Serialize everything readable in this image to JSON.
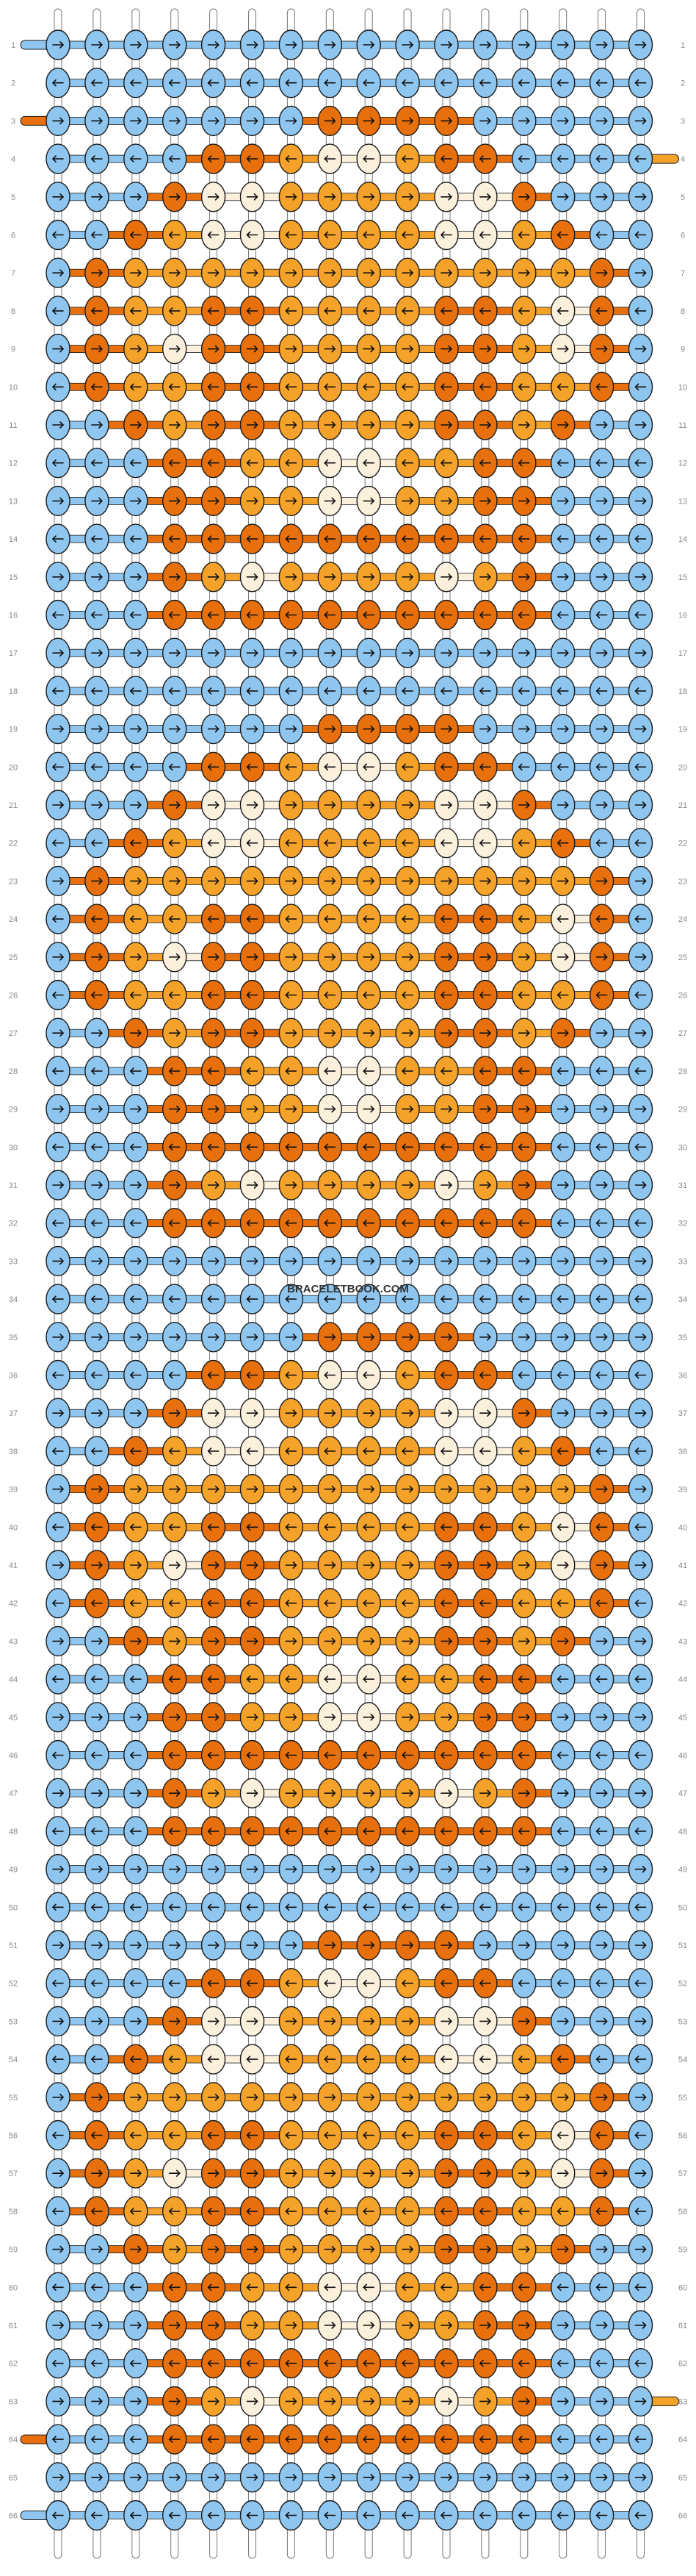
{
  "pattern": {
    "row_count": 66,
    "columns": 16,
    "watermark": "BRACELETBOOK.COM",
    "colors": {
      "A": "#8ec6f0",
      "B": "#e8700c",
      "C": "#f4a22a",
      "D": "#fbf0dc"
    },
    "outline": "#1a1a1a",
    "string_top": "#ffffff",
    "extra_strings": [
      {
        "row": 1,
        "side": "left",
        "color": "A"
      },
      {
        "row": 3,
        "side": "left",
        "color": "B"
      },
      {
        "row": 4,
        "side": "right",
        "color": "C"
      },
      {
        "row": 63,
        "side": "right",
        "color": "C"
      },
      {
        "row": 64,
        "side": "left",
        "color": "B"
      },
      {
        "row": 66,
        "side": "left",
        "color": "A"
      }
    ],
    "rows": [
      "A>A>A>A>A>A>A>A>A>A>A>A>A>A>A>A>",
      "A<A<A<A<A<A<A<A<A<A<A<A<A<A<A<A<",
      "A>A>A>A>A>A>A>B>B>B>B>A>A>A>A>A>",
      "A<A<A<A<B<B<C<D<D<C<B<B<A<A<A<A<",
      "A>A>A>B>D>D>C>C>C>C>D>D>B>A>A>A>",
      "A<A<B<C<D<D<C<C<C<C<D<D<C<B<A<A<",
      "A>B>C>C>C>C>C>C>C>C>C>C>C>C>B>A>",
      "A<B<C<C<B<B<C<C<C<C<B<B<C<D<B<A<",
      "A>B>C>D>B>B>C>C>C>C>B>B>C>D>B>A>",
      "A<B<C<C<B<B<C<C<C<C<B<B<C<C<B<A<",
      "A>A>B>C>B>B>C>C>C>C>B>B>C>B>A>A>",
      "A<A<A<B<B<C<C<D<D<C<C<B<B<A<A<A<",
      "A>A>A>B>B>C>C>D>D>C>C>B>B>A>A>A>",
      "A<A<A<B<B<B<B<B<B<B<B<B<B<A<A<A<",
      "A>A>A>B>C>D>C>C>C>C>D>C>B>A>A>A>",
      "A<A<A<B<B<B<B<B<B<B<B<B<B<A<A<A<",
      "A>A>A>A>A>A>A>A>A>A>A>A>A>A>A>A>",
      "A<A<A<A<A<A<A<A<A<A<A<A<A<A<A<A<",
      "A>A>A>A>A>A>A>B>B>B>B>A>A>A>A>A>",
      "A<A<A<A<B<B<C<D<D<C<B<B<A<A<A<A<",
      "A>A>A>B>D>D>C>C>C>C>D>D>B>A>A>A>",
      "A<A<B<C<D<D<C<C<C<C<D<D<C<B<A<A<",
      "A>B>C>C>C>C>C>C>C>C>C>C>C>C>B>A>",
      "A<B<C<C<B<B<C<C<C<C<B<B<C<D<B<A<",
      "A>B>C>D>B>B>C>C>C>C>B>B>C>D>B>A>",
      "A<B<C<C<B<B<C<C<C<C<B<B<C<C<B<A<",
      "A>A>B>C>B>B>C>C>C>C>B>B>C>B>A>A>",
      "A<A<A<B<B<C<C<D<D<C<C<B<B<A<A<A<",
      "A>A>A>B>B>C>C>D>D>C>C>B>B>A>A>A>",
      "A<A<A<B<B<B<B<B<B<B<B<B<B<A<A<A<",
      "A>A>A>B>C>D>C>C>C>C>D>C>B>A>A>A>",
      "A<A<A<B<B<B<B<B<B<B<B<B<B<A<A<A<",
      "A>A>A>A>A>A>A>A>A>A>A>A>A>A>A>A>",
      "A<A<A<A<A<A<A<A<A<A<A<A<A<A<A<A<",
      "A>A>A>A>A>A>A>B>B>B>B>A>A>A>A>A>",
      "A<A<A<A<B<B<C<D<D<C<B<B<A<A<A<A<",
      "A>A>A>B>D>D>C>C>C>C>D>D>B>A>A>A>",
      "A<A<B<C<D<D<C<C<C<C<D<D<C<B<A<A<",
      "A>B>C>C>C>C>C>C>C>C>C>C>C>C>B>A>",
      "A<B<C<C<B<B<C<C<C<C<B<B<C<D<B<A<",
      "A>B>C>D>B>B>C>C>C>C>B>B>C>D>B>A>",
      "A<B<C<C<B<B<C<C<C<C<B<B<C<C<B<A<",
      "A>A>B>C>B>B>C>C>C>C>B>B>C>B>A>A>",
      "A<A<A<B<B<C<C<D<D<C<C<B<B<A<A<A<",
      "A>A>A>B>B>C>C>D>D>C>C>B>B>A>A>A>",
      "A<A<A<B<B<B<B<B<B<B<B<B<B<A<A<A<",
      "A>A>A>B>C>D>C>C>C>C>D>C>B>A>A>A>",
      "A<A<A<B<B<B<B<B<B<B<B<B<B<A<A<A<",
      "A>A>A>A>A>A>A>A>A>A>A>A>A>A>A>A>",
      "A<A<A<A<A<A<A<A<A<A<A<A<A<A<A<A<",
      "A>A>A>A>A>A>A>B>B>B>B>A>A>A>A>A>",
      "A<A<A<A<B<B<C<D<D<C<B<B<A<A<A<A<",
      "A>A>A>B>D>D>C>C>C>C>D>D>B>A>A>A>",
      "A<A<B<C<D<D<C<C<C<C<D<D<C<B<A<A<",
      "A>B>C>C>C>C>C>C>C>C>C>C>C>C>B>A>",
      "A<B<C<C<B<B<C<C<C<C<B<B<C<D<B<A<",
      "A>B>C>D>B>B>C>C>C>C>B>B>C>D>B>A>",
      "A<B<C<C<B<B<C<C<C<C<B<B<C<C<B<A<",
      "A>A>B>C>B>B>C>C>C>C>B>B>C>B>A>A>",
      "A<A<A<B<B<C<C<D<D<C<C<B<B<A<A<A<",
      "A>A>A>B>B>C>C>D>D>C>C>B>B>A>A>A>",
      "A<A<A<B<B<B<B<B<B<B<B<B<B<A<A<A<",
      "A>A>A>B>C>D>C>C>C>C>D>C>B>A>A>A>",
      "A<A<A<B<B<B<B<B<B<B<B<B<B<A<A<A<",
      "A>A>A>A>A>A>A>A>A>A>A>A>A>A>A>A>",
      "A<A<A<A<A<A<A<A<A<A<A<A<A<A<A<A<"
    ],
    "row_numbers": [
      "1",
      "2",
      "3",
      "4",
      "5",
      "6",
      "7",
      "8",
      "9",
      "10",
      "11",
      "12",
      "13",
      "14",
      "15",
      "16",
      "17",
      "18",
      "19",
      "20",
      "21",
      "22",
      "23",
      "24",
      "25",
      "26",
      "27",
      "28",
      "29",
      "30",
      "31",
      "32",
      "33",
      "34",
      "35",
      "36",
      "37",
      "38",
      "39",
      "40",
      "41",
      "42",
      "43",
      "44",
      "45",
      "46",
      "47",
      "48",
      "49",
      "50",
      "51",
      "52",
      "53",
      "54",
      "55",
      "56",
      "57",
      "58",
      "59",
      "60",
      "61",
      "62",
      "63",
      "64",
      "65",
      "66"
    ]
  }
}
